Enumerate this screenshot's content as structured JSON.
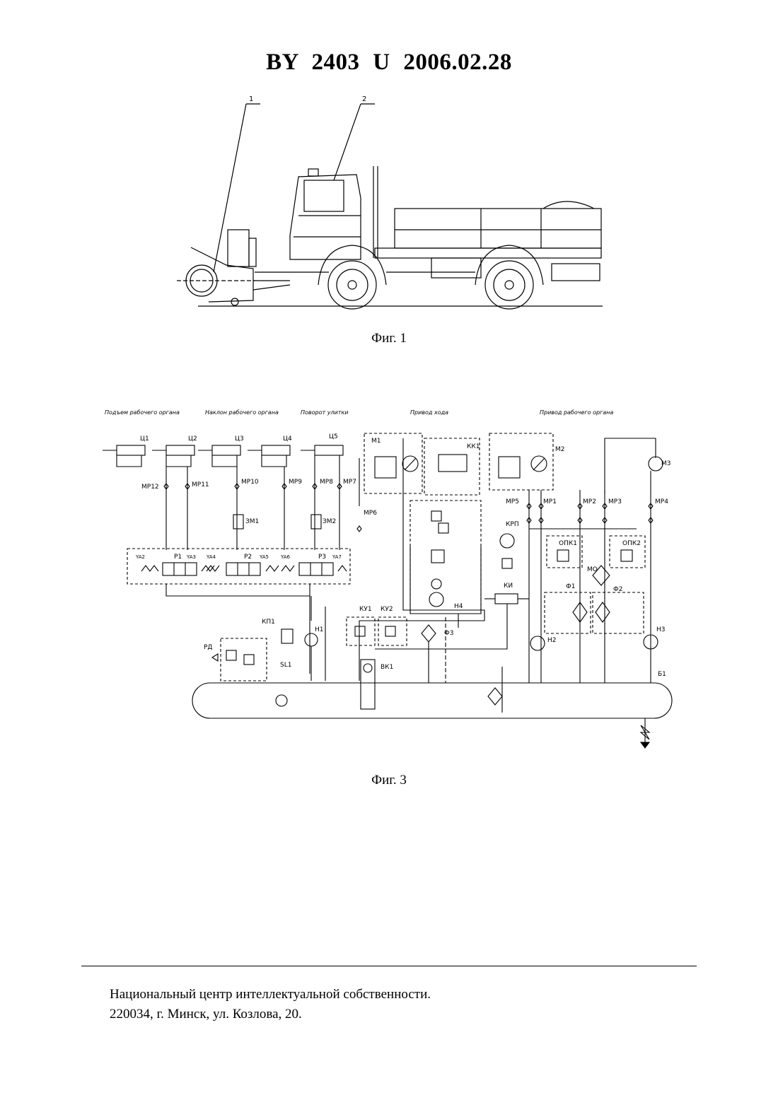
{
  "header": {
    "title": "BY 2403 U 2006.02.28"
  },
  "figure1": {
    "caption": "Фиг. 1",
    "callouts": [
      "1",
      "2"
    ]
  },
  "figure3": {
    "caption": "Фиг. 3",
    "sections": [
      "Подъем рабочего органа",
      "Наклон рабочего органа",
      "Поворот улитки",
      "Привод хода",
      "Привод рабочего органа"
    ],
    "cylinders": [
      "Ц1",
      "Ц2",
      "Ц3",
      "Ц4",
      "Ц5"
    ],
    "gauge_points_left": [
      "МР12",
      "МР11",
      "МР10",
      "МР9",
      "МР8",
      "МР7",
      "МР6"
    ],
    "gauge_points_right": [
      "МР5",
      "МР1",
      "МР2",
      "МР3",
      "МР4"
    ],
    "motors": [
      "М1",
      "М2",
      "М3"
    ],
    "flow_dividers": [
      "ЗМ1",
      "ЗМ2"
    ],
    "distributors": [
      "Р1",
      "Р2",
      "Р3"
    ],
    "solenoids": [
      "YA2",
      "YA3",
      "YA4",
      "YA5",
      "YA6",
      "YA7"
    ],
    "valves": [
      "КК1",
      "КРП",
      "ОПК1",
      "ОПК2",
      "МО",
      "Ф1",
      "Ф2",
      "КИ",
      "КУ1",
      "КУ2",
      "Ф3",
      "КП1",
      "РД",
      "SL1",
      "ВК1"
    ],
    "pumps": [
      "Н1",
      "Н2",
      "Н3",
      "Н4"
    ],
    "tank": "Б1"
  },
  "footer": {
    "line1": "Национальный центр интеллектуальной собственности.",
    "line2": "220034, г. Минск, ул. Козлова, 20."
  }
}
